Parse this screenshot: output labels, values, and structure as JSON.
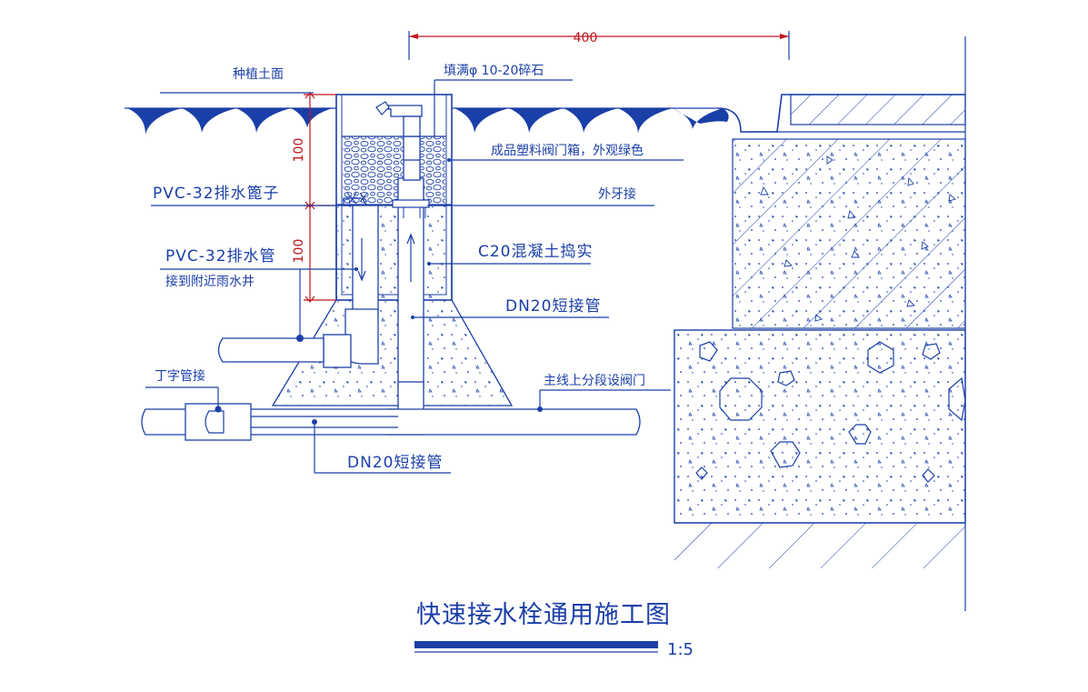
{
  "drawing": {
    "title": "快速接水栓通用施工图",
    "scale": "1:5",
    "dimensions": {
      "width_400": "400",
      "height_upper": "100",
      "height_lower": "100"
    },
    "labels": {
      "planting_surface": "种植土面",
      "gravel_fill": "填满φ 10-20碎石",
      "valve_box": "成品塑料阀门箱，外观绿色",
      "pvc_strainer": "PVC-32排水篦子",
      "male_thread": "外牙接",
      "pvc_drain_pipe": "PVC-32排水管",
      "connect_rain_well": "接到附近雨水井",
      "c20_concrete": "C20混凝土捣实",
      "dn20_short_upper": "DN20短接管",
      "tee_joint": "丁字管接",
      "main_line_valve": "主线上分段设阀门",
      "dn20_short_lower": "DN20短接管"
    },
    "colors": {
      "line": "#1a3fa8",
      "dimension": "#c0161d",
      "background": "#ffffff"
    }
  }
}
